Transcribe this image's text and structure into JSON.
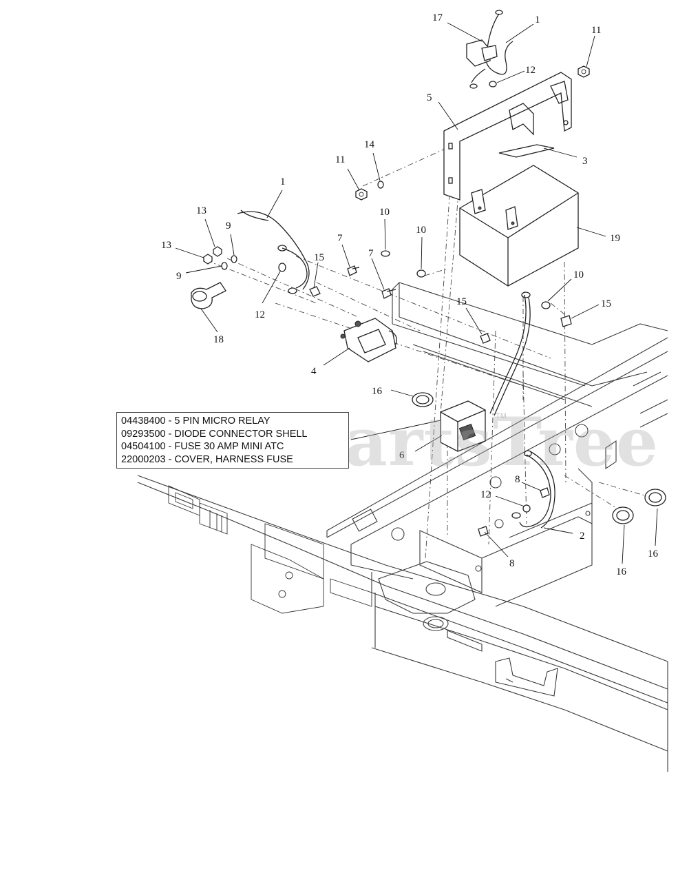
{
  "diagram": {
    "callouts": [
      {
        "id": "c17a",
        "label": "17"
      },
      {
        "id": "c1a",
        "label": "1"
      },
      {
        "id": "c11a",
        "label": "11"
      },
      {
        "id": "c12a",
        "label": "12"
      },
      {
        "id": "c5",
        "label": "5"
      },
      {
        "id": "c3",
        "label": "3"
      },
      {
        "id": "c14",
        "label": "14"
      },
      {
        "id": "c11b",
        "label": "11"
      },
      {
        "id": "c1b",
        "label": "1"
      },
      {
        "id": "c19",
        "label": "19"
      },
      {
        "id": "c13a",
        "label": "13"
      },
      {
        "id": "c9a",
        "label": "9"
      },
      {
        "id": "c10a",
        "label": "10"
      },
      {
        "id": "c10b",
        "label": "10"
      },
      {
        "id": "c13b",
        "label": "13"
      },
      {
        "id": "c7a",
        "label": "7"
      },
      {
        "id": "c9b",
        "label": "9"
      },
      {
        "id": "c15a",
        "label": "15"
      },
      {
        "id": "c7b",
        "label": "7"
      },
      {
        "id": "c10c",
        "label": "10"
      },
      {
        "id": "c12b",
        "label": "12"
      },
      {
        "id": "c15b",
        "label": "15"
      },
      {
        "id": "c15c",
        "label": "15"
      },
      {
        "id": "c18",
        "label": "18"
      },
      {
        "id": "c4",
        "label": "4"
      },
      {
        "id": "c16a",
        "label": "16"
      },
      {
        "id": "c6",
        "label": "6"
      },
      {
        "id": "c8a",
        "label": "8"
      },
      {
        "id": "c12c",
        "label": "12"
      },
      {
        "id": "c2",
        "label": "2"
      },
      {
        "id": "c8b",
        "label": "8"
      },
      {
        "id": "c16b",
        "label": "16"
      },
      {
        "id": "c16c",
        "label": "16"
      }
    ],
    "notes": [
      "04438400 - 5 PIN MICRO RELAY",
      "09293500 - DIODE CONNECTOR SHELL",
      "04504100 - FUSE 30 AMP MINI ATC",
      "22000203 - COVER, HARNESS FUSE"
    ],
    "watermark": "PartsTree",
    "trademark": "TM"
  }
}
